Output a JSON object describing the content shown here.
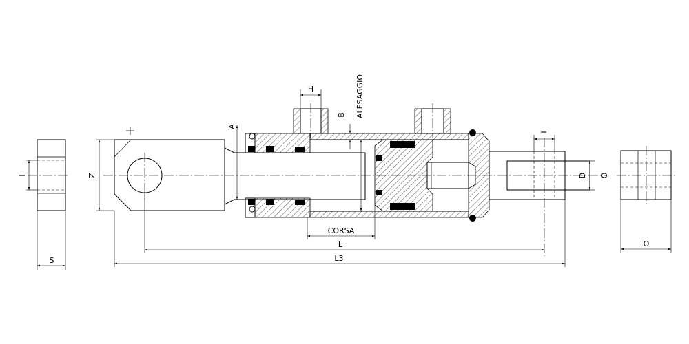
{
  "drawing": {
    "labels": {
      "s": "S",
      "z": "Z",
      "a": "A",
      "h": "H",
      "b": "B",
      "alesaggio": "ALESAGGIO",
      "corsa": "CORSA",
      "l": "L",
      "l3": "L3",
      "d": "D",
      "o_side": "O",
      "o_bottom": "O",
      "i_left": "I",
      "i_top": "I"
    }
  }
}
